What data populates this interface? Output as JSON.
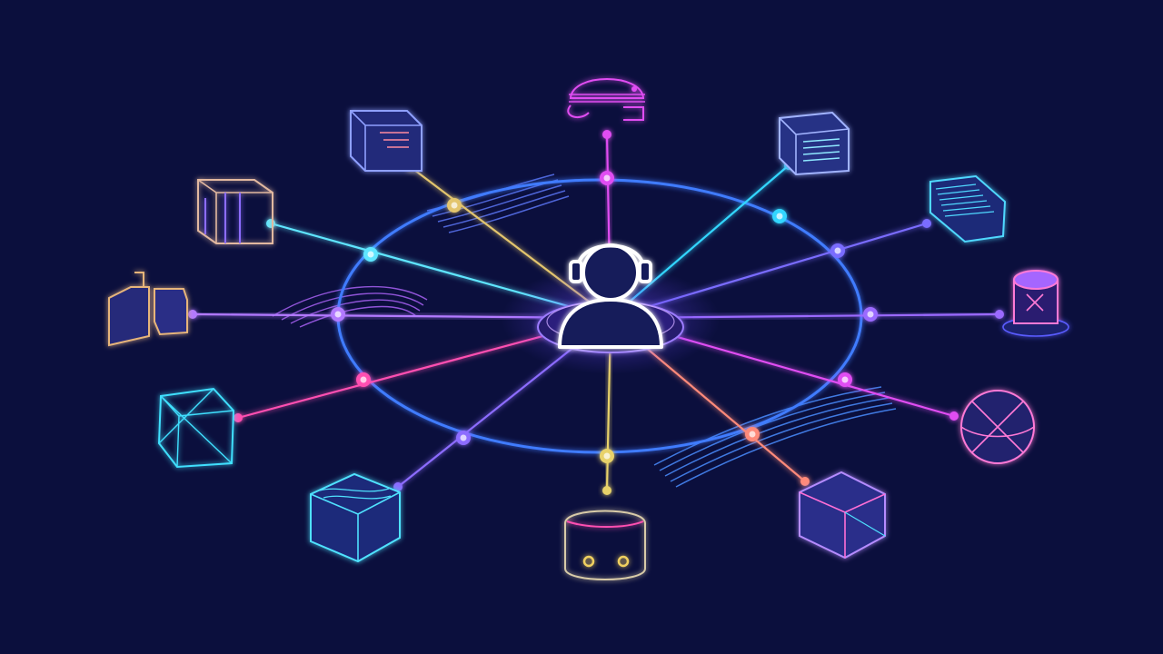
{
  "theme": {
    "background": "#0b0f3d",
    "ring": "#3f7bff",
    "center_stroke": "#ffffff",
    "center_fill": "#161a5a",
    "disc_stroke": "#8b6cff"
  },
  "hub": {
    "icon": "user-headset-icon"
  },
  "spokes": [
    {
      "id": "top",
      "icon": "helmet-device-icon",
      "color": "#e04df2"
    },
    {
      "id": "top-left",
      "icon": "document-box-icon",
      "color": "#e3c56d"
    },
    {
      "id": "left-upper",
      "icon": "package-icon",
      "color": "#5ee6ff"
    },
    {
      "id": "left",
      "icon": "archive-box-icon",
      "color": "#b27aff"
    },
    {
      "id": "left-lower",
      "icon": "wireframe-cube-icon",
      "color": "#ff4fb1"
    },
    {
      "id": "bottom-left",
      "icon": "layered-cube-icon",
      "color": "#8c6cff"
    },
    {
      "id": "bottom",
      "icon": "robot-face-icon",
      "color": "#e8d26a"
    },
    {
      "id": "bottom-right",
      "icon": "glass-cube-icon",
      "color": "#ff8a7a"
    },
    {
      "id": "right-lower",
      "icon": "sphere-icon",
      "color": "#e04df2"
    },
    {
      "id": "right",
      "icon": "cylinder-icon",
      "color": "#9b6bff"
    },
    {
      "id": "right-upper",
      "icon": "server-rack-icon",
      "color": "#7a6cff"
    },
    {
      "id": "top-right",
      "icon": "data-box-icon",
      "color": "#33d6ff"
    }
  ]
}
